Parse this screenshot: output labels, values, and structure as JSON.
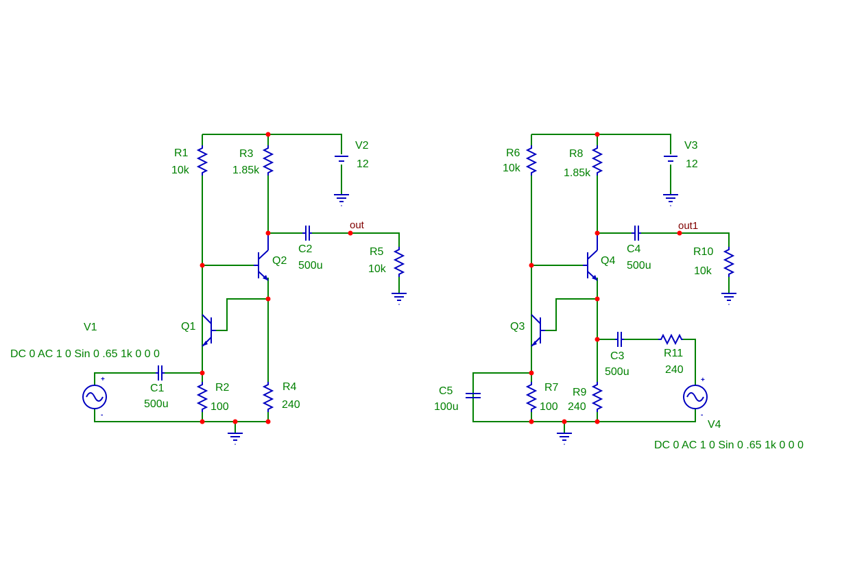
{
  "colors": {
    "wire": "#008000",
    "component": "#0000c0",
    "label": "#008000",
    "net_label": "#800000",
    "node": "#ff0000"
  },
  "left_circuit": {
    "R1": {
      "name": "R1",
      "value": "10k"
    },
    "R2": {
      "name": "R2",
      "value": "100"
    },
    "R3": {
      "name": "R3",
      "value": "1.85k"
    },
    "R4": {
      "name": "R4",
      "value": "240"
    },
    "R5": {
      "name": "R5",
      "value": "10k"
    },
    "C1": {
      "name": "C1",
      "value": "500u"
    },
    "C2": {
      "name": "C2",
      "value": "500u"
    },
    "Q1": {
      "name": "Q1"
    },
    "Q2": {
      "name": "Q2"
    },
    "V1": {
      "name": "V1",
      "spec": "DC 0 AC 1 0 Sin 0 .65 1k 0 0 0"
    },
    "V2": {
      "name": "V2",
      "value": "12"
    },
    "net_out": "out"
  },
  "right_circuit": {
    "R6": {
      "name": "R6",
      "value": "10k"
    },
    "R7": {
      "name": "R7",
      "value": "100"
    },
    "R8": {
      "name": "R8",
      "value": "1.85k"
    },
    "R9": {
      "name": "R9",
      "value": "240"
    },
    "R10": {
      "name": "R10",
      "value": "10k"
    },
    "R11": {
      "name": "R11",
      "value": "240"
    },
    "C3": {
      "name": "C3",
      "value": "500u"
    },
    "C4": {
      "name": "C4",
      "value": "500u"
    },
    "C5": {
      "name": "C5",
      "value": "100u"
    },
    "Q3": {
      "name": "Q3"
    },
    "Q4": {
      "name": "Q4"
    },
    "V3": {
      "name": "V3",
      "value": "12"
    },
    "V4": {
      "name": "V4",
      "spec": "DC 0 AC 1 0 Sin 0 .65 1k 0 0 0"
    },
    "net_out": "out1"
  },
  "source_pins": {
    "plus": "+",
    "minus": "-"
  }
}
